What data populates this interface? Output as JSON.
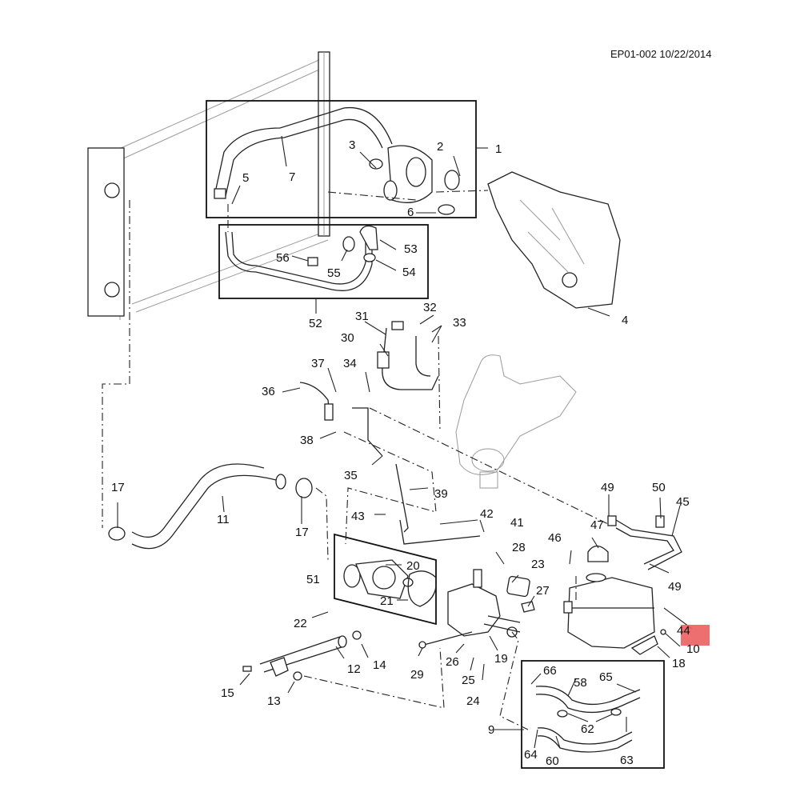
{
  "header": {
    "doc_id": "EP01-002 10/22/2014"
  },
  "highlight_color": "#ec5f5f",
  "callouts": {
    "c1": "1",
    "c2": "2",
    "c3": "3",
    "c4": "4",
    "c5": "5",
    "c6": "6",
    "c7": "7",
    "c9": "9",
    "c10": "10",
    "c11": "11",
    "c12": "12",
    "c13": "13",
    "c14": "14",
    "c15": "15",
    "c17a": "17",
    "c17b": "17",
    "c18": "18",
    "c19": "19",
    "c20": "20",
    "c21": "21",
    "c22": "22",
    "c23": "23",
    "c24": "24",
    "c25": "25",
    "c26": "26",
    "c27": "27",
    "c28": "28",
    "c29": "29",
    "c30": "30",
    "c31": "31",
    "c32": "32",
    "c33": "33",
    "c34": "34",
    "c35": "35",
    "c36": "36",
    "c37": "37",
    "c38": "38",
    "c39": "39",
    "c41": "41",
    "c42": "42",
    "c43": "43",
    "c44": "44",
    "c45": "45",
    "c46": "46",
    "c47": "47",
    "c49a": "49",
    "c49b": "49",
    "c50": "50",
    "c51": "51",
    "c52": "52",
    "c53": "53",
    "c54": "54",
    "c55": "55",
    "c56": "56",
    "c58": "58",
    "c60": "60",
    "c62": "62",
    "c63": "63",
    "c64": "64",
    "c65": "65",
    "c66": "66"
  }
}
